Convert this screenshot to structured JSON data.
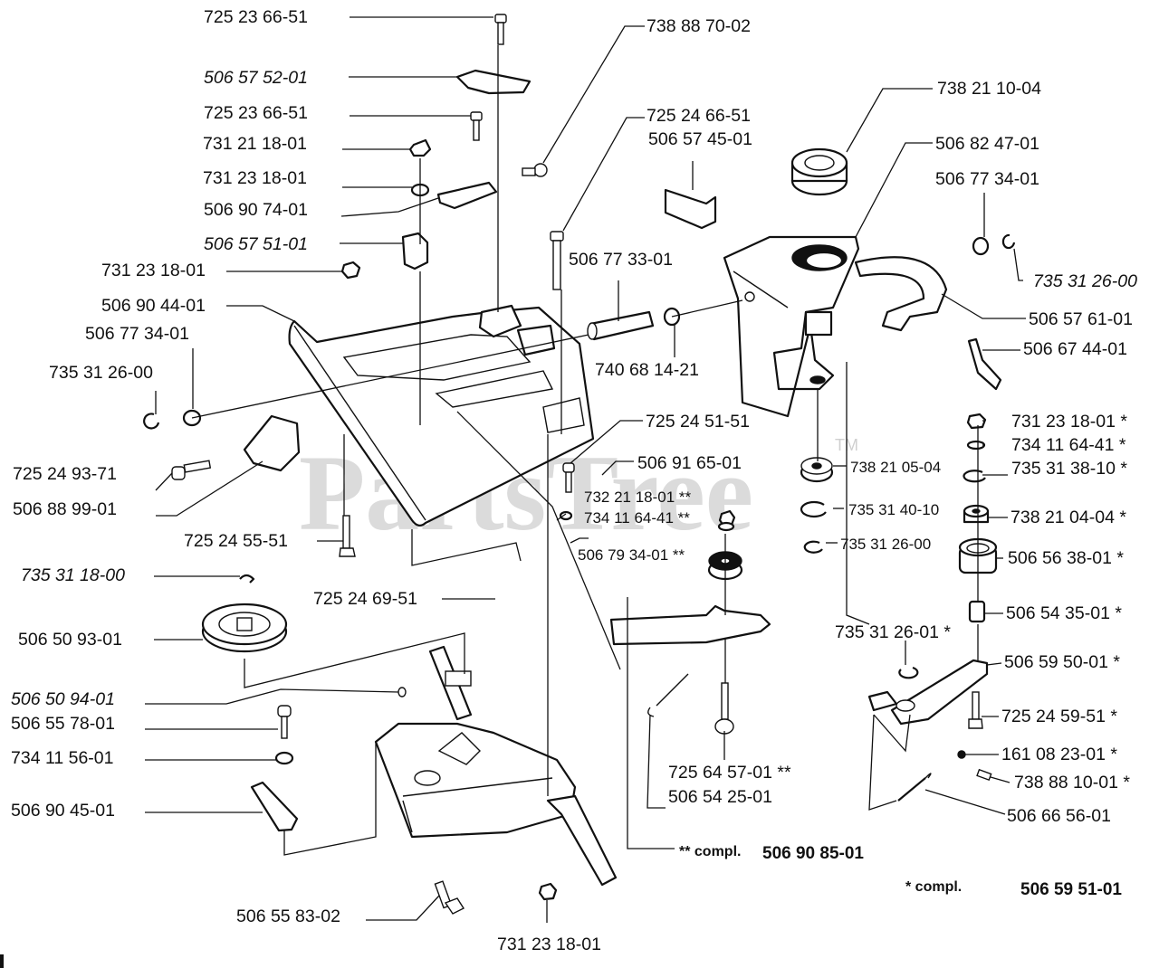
{
  "watermark": {
    "text": "PartsTree",
    "tm": "TM"
  },
  "labels": {
    "l01": "725 23 66-51",
    "l02": "506 57 52-01",
    "l03": "725 23 66-51",
    "l04": "731 21 18-01",
    "l05": "731 23 18-01",
    "l06": "506 90 74-01",
    "l07": "506 57 51-01",
    "l08": "731 23 18-01",
    "l09": "506 90 44-01",
    "l10": "506 77 34-01",
    "l11": "735 31 26-00",
    "l12": "725 24 93-71",
    "l13": "506 88 99-01",
    "l14": "725 24 55-51",
    "l15": "735 31 18-00",
    "l16": "725 24 69-51",
    "l17": "506 50 93-01",
    "l18": "506 50 94-01",
    "l19": "506 55 78-01",
    "l20": "734 11 56-01",
    "l21": "506 90 45-01",
    "l22": "506 55 83-02",
    "l23": "731 23 18-01",
    "l24": "738 88 70-02",
    "l25": "725 24 66-51",
    "l26": "506 57 45-01",
    "l27": "506 77 33-01",
    "l28": "740 68 14-21",
    "l29": "725 24 51-51",
    "l30": "506 91 65-01",
    "l31": "732 21 18-01 **",
    "l32": "734 11 64-41 **",
    "l33": "506 79 34-01 **",
    "l34": "725 64 57-01 **",
    "l35": "506 54 25-01",
    "l36": "738 21 10-04",
    "l37": "506 82 47-01",
    "l38": "506 77 34-01",
    "l39": "735 31 26-00",
    "l40": "506 57 61-01",
    "l41": "506 67 44-01",
    "l42": "738 21 05-04",
    "l43": "735 31 40-10",
    "l44": "735 31 26-00",
    "l45": "731 23 18-01 *",
    "l46": "734 11 64-41 *",
    "l47": "735 31 38-10 *",
    "l48": "738 21 04-04 *",
    "l49": "506 56 38-01 *",
    "l50": "506 54 35-01 *",
    "l51": "735 31 26-01 *",
    "l52": "506 59 50-01 *",
    "l53": "725 24 59-51 *",
    "l54": "161 08 23-01 *",
    "l55": "738 88 10-01 *",
    "l56": "506 66 56-01"
  },
  "kits": {
    "kit2_prefix": "** compl.",
    "kit2_number": "506 90 85-01",
    "kit1_prefix": "* compl.",
    "kit1_number": "506 59 51-01"
  }
}
